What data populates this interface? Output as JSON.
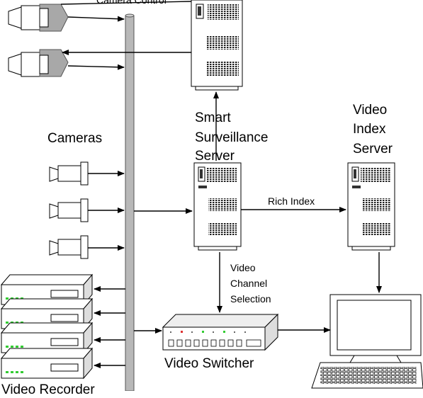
{
  "labels": {
    "camera_control": "Camera Control",
    "smart_server_line1": "Smart",
    "smart_server_line2": "Surveillance",
    "smart_server_line3": "Server",
    "video_index_line1": "Video",
    "video_index_line2": "Index",
    "video_index_line3": "Server",
    "cameras": "Cameras",
    "rich_index": "Rich Index",
    "channel_line1": "Video",
    "channel_line2": "Channel",
    "channel_line3": "Selection",
    "video_switcher": "Video Switcher",
    "recorder": "Video Recorder"
  }
}
